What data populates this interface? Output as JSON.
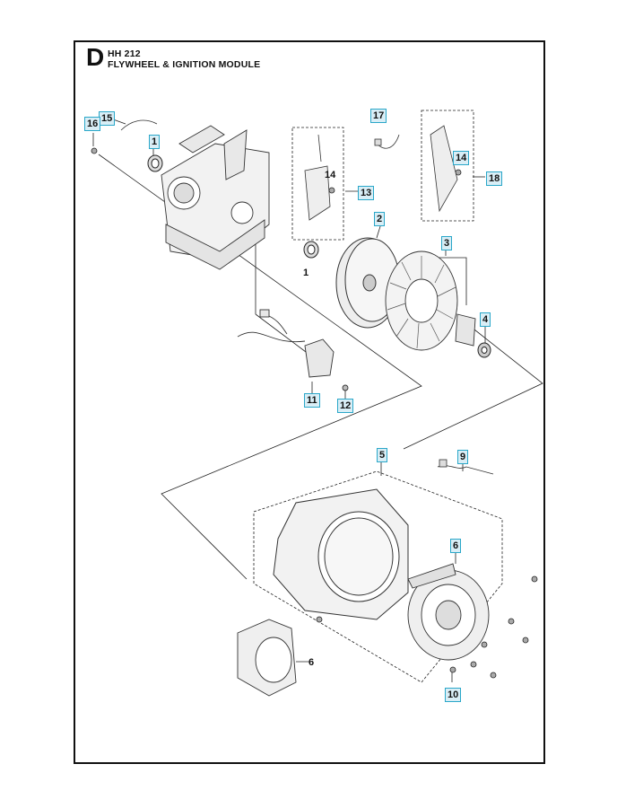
{
  "header": {
    "section_letter": "D",
    "model": "HH 212",
    "title": "FLYWHEEL & IGNITION MODULE"
  },
  "callouts": [
    {
      "id": "c1a",
      "label": "1",
      "boxed": true
    },
    {
      "id": "c1b",
      "label": "1",
      "boxed": false
    },
    {
      "id": "c2",
      "label": "2",
      "boxed": true
    },
    {
      "id": "c3",
      "label": "3",
      "boxed": true
    },
    {
      "id": "c4",
      "label": "4",
      "boxed": true
    },
    {
      "id": "c5",
      "label": "5",
      "boxed": true
    },
    {
      "id": "c6a",
      "label": "6",
      "boxed": true
    },
    {
      "id": "c6b",
      "label": "6",
      "boxed": false
    },
    {
      "id": "c9",
      "label": "9",
      "boxed": true
    },
    {
      "id": "c10",
      "label": "10",
      "boxed": true
    },
    {
      "id": "c11",
      "label": "11",
      "boxed": true
    },
    {
      "id": "c12",
      "label": "12",
      "boxed": true
    },
    {
      "id": "c13",
      "label": "13",
      "boxed": true
    },
    {
      "id": "c14a",
      "label": "14",
      "boxed": false
    },
    {
      "id": "c14b",
      "label": "14",
      "boxed": true
    },
    {
      "id": "c15",
      "label": "15",
      "boxed": true
    },
    {
      "id": "c16",
      "label": "16",
      "boxed": true
    },
    {
      "id": "c17",
      "label": "17",
      "boxed": true
    },
    {
      "id": "c18",
      "label": "18",
      "boxed": true
    }
  ]
}
